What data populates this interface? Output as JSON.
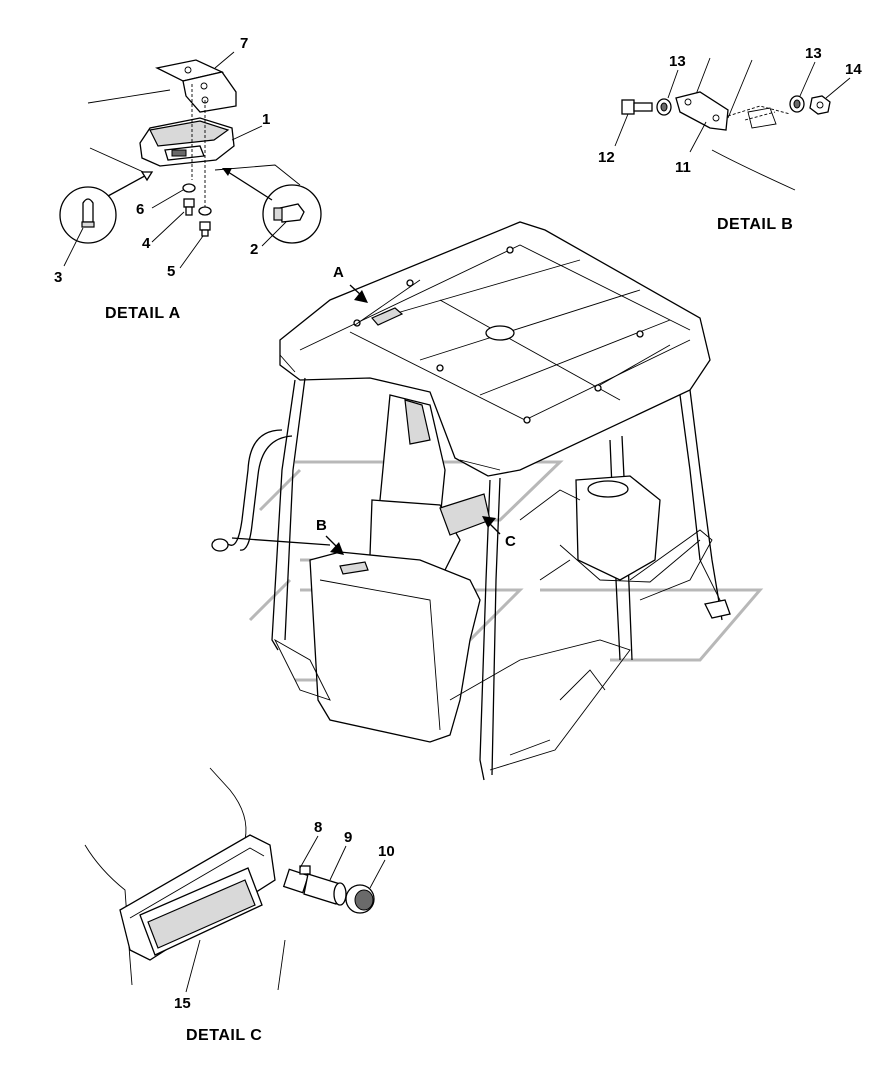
{
  "detail_labels": {
    "a": "DETAIL A",
    "b": "DETAIL B",
    "c": "DETAIL C"
  },
  "view_markers": {
    "a": "A",
    "b": "B",
    "c": "C"
  },
  "callouts": {
    "p1": "1",
    "p2": "2",
    "p3": "3",
    "p4": "4",
    "p5": "5",
    "p6": "6",
    "p7": "7",
    "p8": "8",
    "p9": "9",
    "p10": "10",
    "p11": "11",
    "p12": "12",
    "p13a": "13",
    "p13b": "13",
    "p14": "14",
    "p15": "15"
  }
}
